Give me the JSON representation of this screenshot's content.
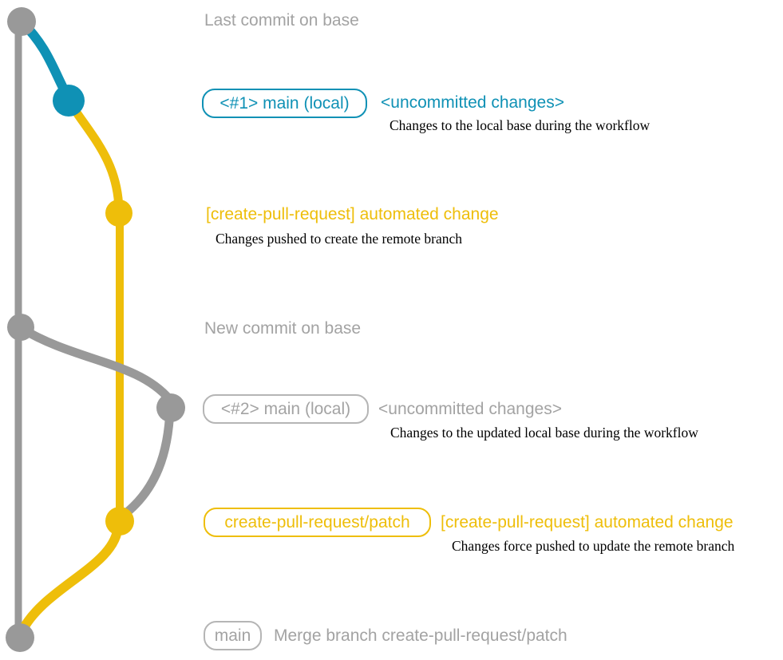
{
  "diagram_title": "create-pull-request workflow git graph",
  "colors": {
    "branch_blue": "#0f91b5",
    "branch_yellow": "#eebe0a",
    "branch_gray": "#999999",
    "text_gray": "#a3a3a3",
    "badge_border_gray": "#b5b5b5",
    "annotation_black": "#000000"
  },
  "graph": {
    "nodes": [
      {
        "name": "commit-last-on-base",
        "color": "gray"
      },
      {
        "name": "commit-local-changes-1",
        "color": "blue"
      },
      {
        "name": "commit-automated-change-1",
        "color": "yellow"
      },
      {
        "name": "commit-new-on-base",
        "color": "gray"
      },
      {
        "name": "commit-local-changes-2",
        "color": "gray"
      },
      {
        "name": "commit-automated-change-2",
        "color": "yellow"
      },
      {
        "name": "commit-merge",
        "color": "gray"
      }
    ]
  },
  "rows": {
    "last_commit": {
      "label": "Last commit on base"
    },
    "local1": {
      "badge": "<#1> main (local)",
      "status": "<uncommitted changes>",
      "note": "Changes to the local base during the workflow"
    },
    "automated1": {
      "title": "[create-pull-request] automated change",
      "note": "Changes pushed to create the remote branch"
    },
    "new_commit": {
      "label": "New commit on base"
    },
    "local2": {
      "badge": "<#2> main (local)",
      "status": "<uncommitted changes>",
      "note": "Changes to the updated local base during the workflow"
    },
    "automated2": {
      "badge": "create-pull-request/patch",
      "title": "[create-pull-request] automated change",
      "note": "Changes force pushed to update the remote branch"
    },
    "merge": {
      "badge": "main",
      "label": "Merge branch create-pull-request/patch"
    }
  }
}
